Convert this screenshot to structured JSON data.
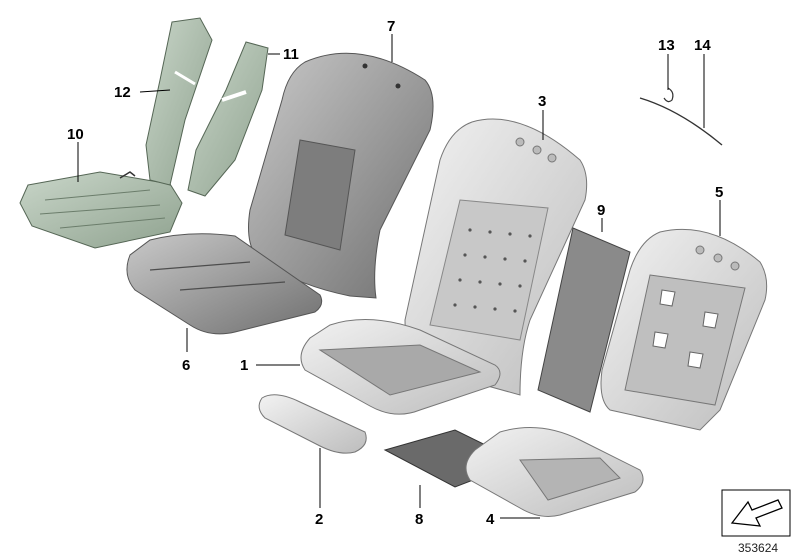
{
  "callouts": {
    "c1": "1",
    "c2": "2",
    "c3": "3",
    "c4": "4",
    "c5": "5",
    "c6": "6",
    "c7": "7",
    "c8": "8",
    "c9": "9",
    "c10": "10",
    "c11": "11",
    "c12": "12",
    "c13": "13",
    "c14": "14"
  },
  "diagram_number": "353624",
  "icon": "direction-arrow-icon"
}
